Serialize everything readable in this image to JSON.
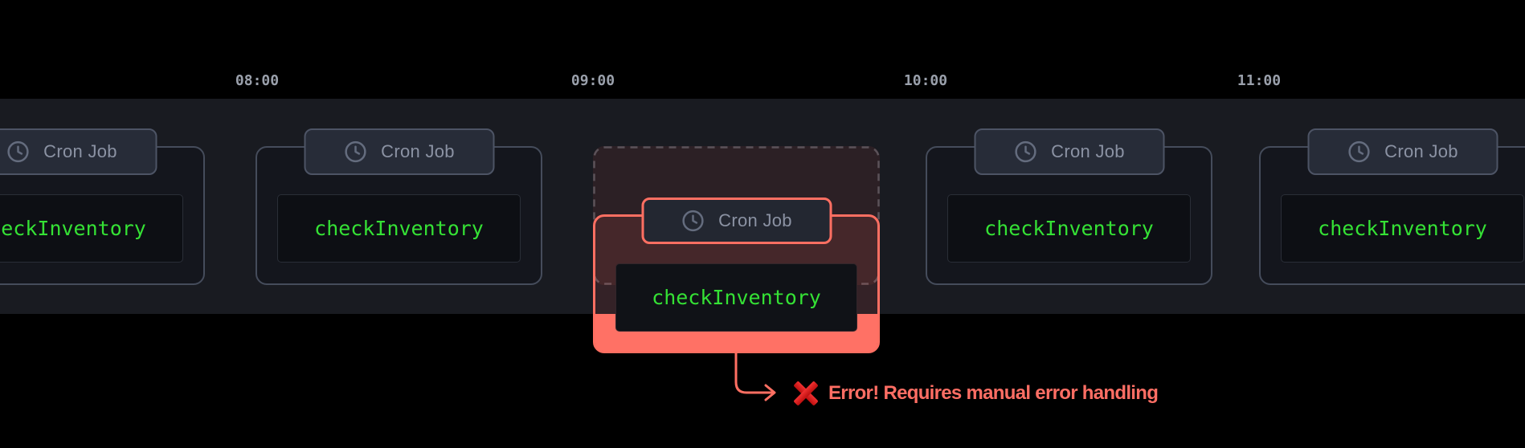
{
  "timeline": {
    "times": {
      "t1": "08:00",
      "t2": "09:00",
      "t3": "10:00",
      "t4": "11:00"
    }
  },
  "card": {
    "badge_label": "Cron Job",
    "code_text": "checkInventory",
    "badge_icon": "clock-icon"
  },
  "error": {
    "icon": "cross-mark-icon",
    "message": "Error! Requires manual error handling"
  },
  "colors": {
    "background": "#000000",
    "band": "#191b21",
    "card_bg": "#14161d",
    "card_border": "#454c5b",
    "badge_bg": "#272c38",
    "badge_text": "#8b92a3",
    "code_green": "#35e135",
    "code_bg": "#0d0f14",
    "time_label": "#9aa0ab",
    "error_salmon": "#ff6f62",
    "error_fill": "#ff7165",
    "cross_red": "#d81717"
  }
}
